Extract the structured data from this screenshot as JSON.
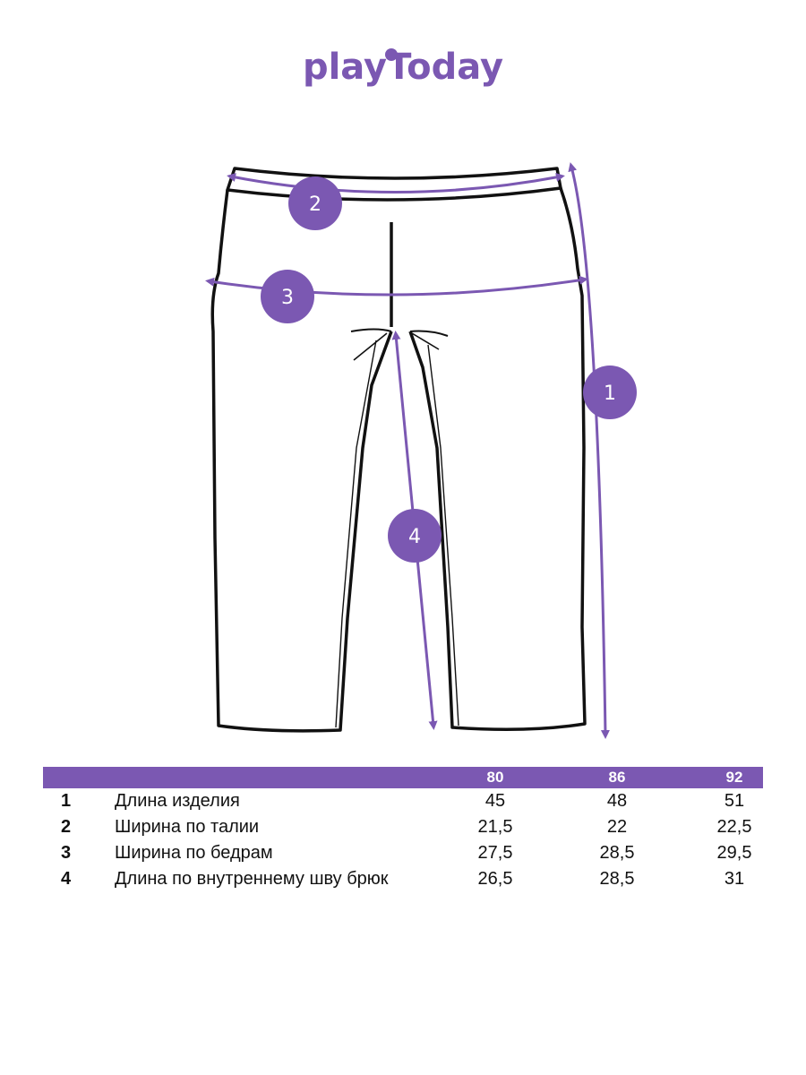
{
  "brand": {
    "name": "playToday",
    "color": "#7b58b2"
  },
  "diagram": {
    "markers": [
      {
        "id": "1",
        "label": "1"
      },
      {
        "id": "2",
        "label": "2"
      },
      {
        "id": "3",
        "label": "3"
      },
      {
        "id": "4",
        "label": "4"
      }
    ],
    "accent_color": "#7b58b2",
    "outline_color": "#111111"
  },
  "size_table": {
    "columns": [
      "80",
      "86",
      "92"
    ],
    "rows": [
      {
        "num": "1",
        "name": "Длина изделия",
        "values": [
          "45",
          "48",
          "51"
        ]
      },
      {
        "num": "2",
        "name": "Ширина по талии",
        "values": [
          "21,5",
          "22",
          "22,5"
        ]
      },
      {
        "num": "3",
        "name": "Ширина по бедрам",
        "values": [
          "27,5",
          "28,5",
          "29,5"
        ]
      },
      {
        "num": "4",
        "name": "Длина по внутреннему шву брюк",
        "values": [
          "26,5",
          "28,5",
          "31"
        ]
      }
    ]
  }
}
